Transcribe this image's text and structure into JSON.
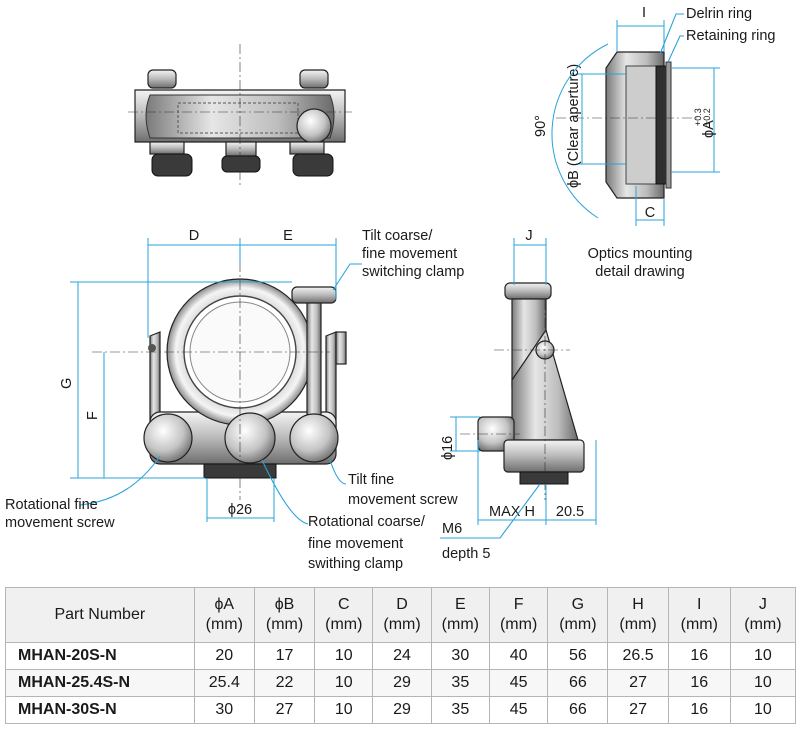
{
  "callouts": {
    "delrin_ring": "Delrin ring",
    "retaining_ring": "Retaining ring",
    "clear_aperture": "ϕB (Clear aperture)",
    "phi_a": "ϕA",
    "phi_a_tol_upper": "+0.3",
    "phi_a_tol_lower": "+0.2",
    "angle": "90°",
    "dim_i_top": "I",
    "dim_c": "C",
    "optics_caption_1": "Optics mounting",
    "optics_caption_2": "detail drawing",
    "dim_d": "D",
    "dim_e": "E",
    "dim_g": "G",
    "dim_f": "F",
    "dim_j": "J",
    "dim_phi16": "ϕ16",
    "dim_phi26": "ϕ26",
    "dim_max_h": "MAX H",
    "dim_20_5": "20.5",
    "tilt_clamp_1": "Tilt coarse/",
    "tilt_clamp_2": "fine movement",
    "tilt_clamp_3": "switching clamp",
    "rot_fine_1": "Rotational fine",
    "rot_fine_2": "movement screw",
    "tilt_fine_1": "Tilt fine",
    "tilt_fine_2": "movement screw",
    "rot_clamp_1": "Rotational coarse/",
    "rot_clamp_2": "fine movement",
    "rot_clamp_3": "swithing clamp",
    "m6": "M6",
    "depth": "depth 5"
  },
  "table": {
    "headers": [
      {
        "name": "Part Number",
        "unit": ""
      },
      {
        "name": "ϕA",
        "unit": "(mm)"
      },
      {
        "name": "ϕB",
        "unit": "(mm)"
      },
      {
        "name": "C",
        "unit": "(mm)"
      },
      {
        "name": "D",
        "unit": "(mm)"
      },
      {
        "name": "E",
        "unit": "(mm)"
      },
      {
        "name": "F",
        "unit": "(mm)"
      },
      {
        "name": "G",
        "unit": "(mm)"
      },
      {
        "name": "H",
        "unit": "(mm)"
      },
      {
        "name": "I",
        "unit": "(mm)"
      },
      {
        "name": "J",
        "unit": "(mm)"
      }
    ],
    "rows": [
      [
        "MHAN-20S-N",
        "20",
        "17",
        "10",
        "24",
        "30",
        "40",
        "56",
        "26.5",
        "16",
        "10"
      ],
      [
        "MHAN-25.4S-N",
        "25.4",
        "22",
        "10",
        "29",
        "35",
        "45",
        "66",
        "27",
        "16",
        "10"
      ],
      [
        "MHAN-30S-N",
        "30",
        "27",
        "10",
        "29",
        "35",
        "45",
        "66",
        "27",
        "16",
        "10"
      ]
    ]
  }
}
